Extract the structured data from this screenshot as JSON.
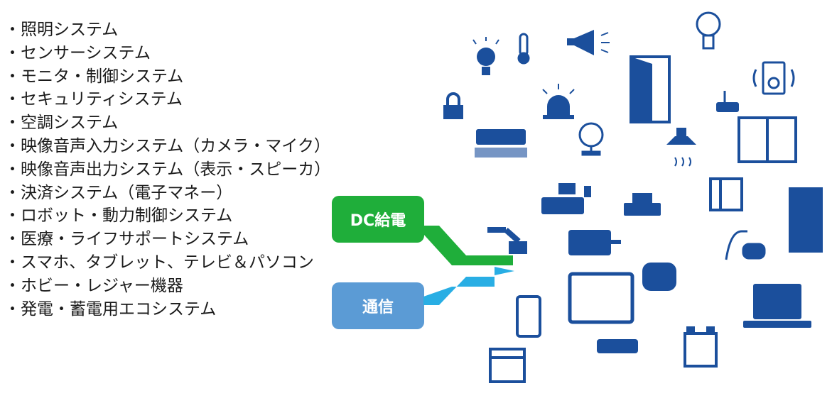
{
  "systems": [
    "・照明システム",
    "・センサーシステム",
    "・モニタ・制御システム",
    "・セキュリティシステム",
    "・空調システム",
    "・映像音声入力システム（カメラ・マイク）",
    "・映像音声出力システム（表示・スピーカ）",
    "・決済システム（電子マネー）",
    "・ロボット・動力制御システム",
    "・医療・ライフサポートシステム",
    "・スマホ、タブレット、テレビ＆パソコン",
    "・ホビー・レジャー機器",
    "・発電・蓄電用エコシステム"
  ],
  "dc_label": "DC給電",
  "comm_label": "通信",
  "colors": {
    "icon": "#1b4f9c",
    "dc": "#1fae3a",
    "comm": "#5b9bd5",
    "comm_arrow": "#29aee4"
  }
}
